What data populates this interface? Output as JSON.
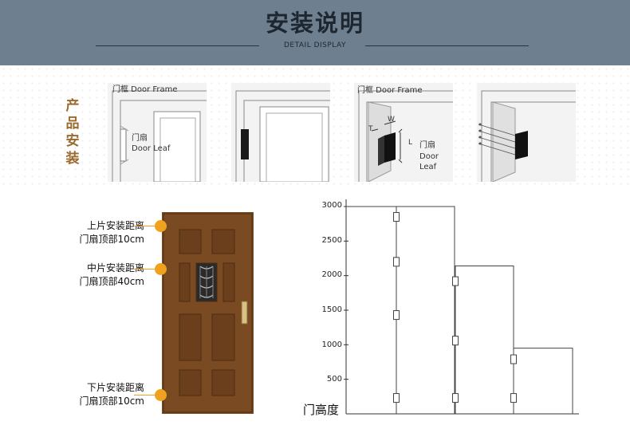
{
  "header": {
    "title": "安装说明",
    "subtitle": "DETAIL DISPLAY",
    "background": "#6e7f8f"
  },
  "section_label": [
    "产",
    "品",
    "安",
    "装"
  ],
  "panels": [
    {
      "labels": [
        "门框 Door Frame",
        "门扇",
        "Door Leaf"
      ]
    },
    {
      "labels": []
    },
    {
      "labels": [
        "门框 Door Frame",
        "W",
        "T",
        "L",
        "门扇",
        "Door",
        "Leaf"
      ]
    },
    {
      "labels": []
    }
  ],
  "callouts": [
    {
      "line1": "上片安装距离",
      "line2": "门扇顶部10cm"
    },
    {
      "line1": "中片安装距离",
      "line2": "门扇顶部40cm"
    },
    {
      "line1": "下片安装距离",
      "line2": "门扇顶部10cm"
    }
  ],
  "accent_color": "#f0a21f",
  "door_color": "#7a4a22",
  "height_chart": {
    "axis_title": "门高度",
    "ticks": [
      "3000",
      "2500",
      "2000",
      "1500",
      "1000",
      "500"
    ],
    "tick_values": [
      3000,
      2500,
      2000,
      1500,
      1000,
      500
    ],
    "ymax": 3000,
    "doors": [
      {
        "height": 3000,
        "hinges": [
          2850,
          2200,
          1430,
          230
        ]
      },
      {
        "height": 2140,
        "hinges": [
          1920,
          1060,
          230
        ]
      },
      {
        "height": 950,
        "hinges": [
          790,
          230
        ]
      }
    ]
  }
}
